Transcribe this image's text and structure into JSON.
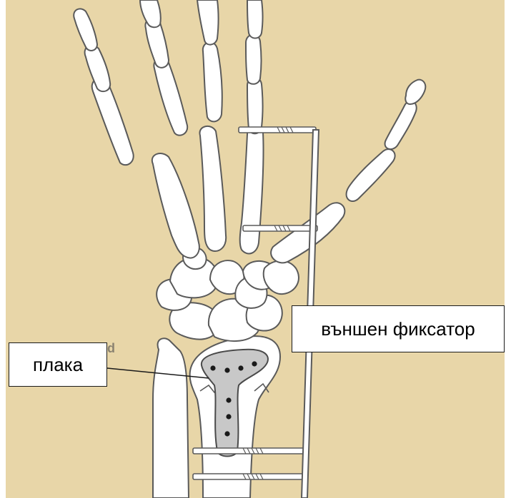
{
  "labels": {
    "fixator": "външен фиксатор",
    "plate": "плака",
    "faint_text": "d"
  },
  "colors": {
    "background": "#e8d6a8",
    "bone_fill": "#ffffff",
    "bone_outline": "#5a5a5a",
    "plate_fill": "#c8c8c8",
    "screw_dot": "#1a1a1a",
    "label_border": "#1a1a1a"
  }
}
